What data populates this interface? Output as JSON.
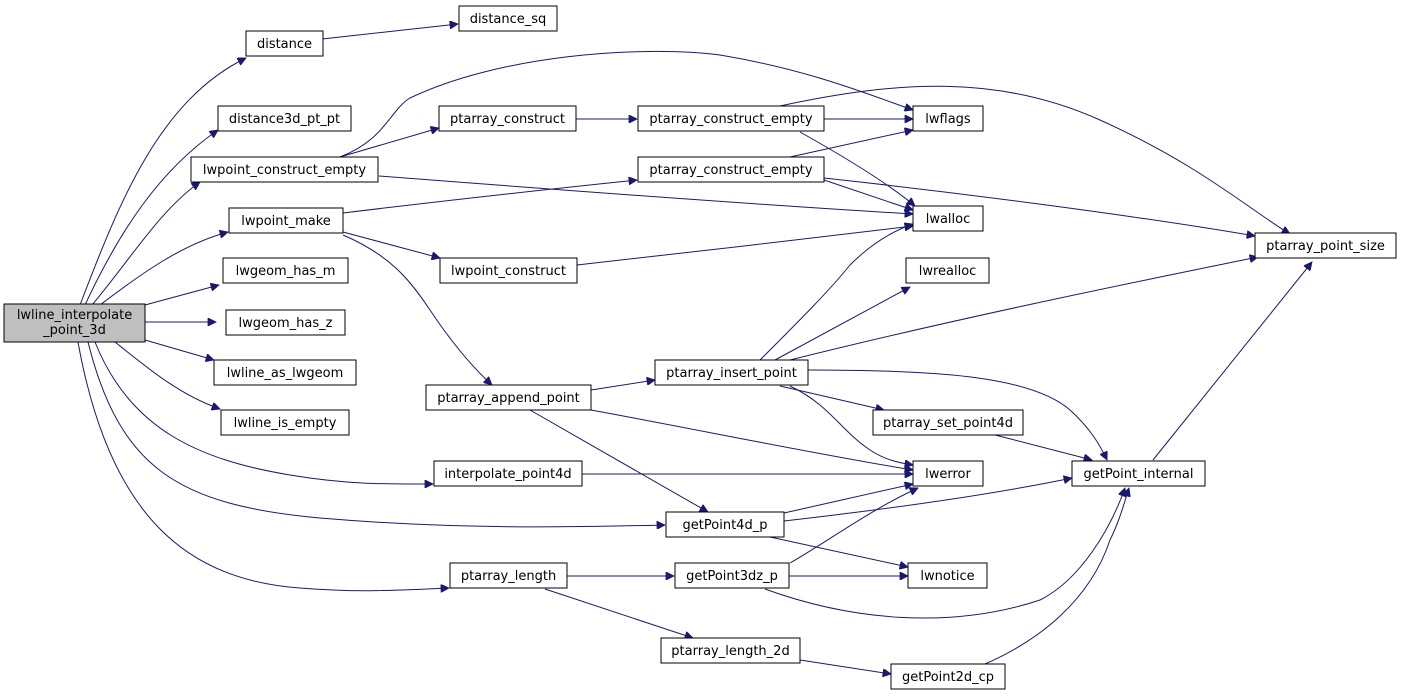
{
  "diagram": {
    "type": "call-graph",
    "root": "lwline_interpolate_point_3d",
    "nodes": [
      {
        "id": "root",
        "label_lines": [
          "lwline_interpolate",
          "_point_3d"
        ]
      },
      {
        "id": "distance",
        "label": "distance"
      },
      {
        "id": "distance_sq",
        "label": "distance_sq"
      },
      {
        "id": "distance3d_pt_pt",
        "label": "distance3d_pt_pt"
      },
      {
        "id": "lwpoint_construct_empty",
        "label": "lwpoint_construct_empty"
      },
      {
        "id": "lwpoint_make",
        "label": "lwpoint_make"
      },
      {
        "id": "lwgeom_has_m",
        "label": "lwgeom_has_m"
      },
      {
        "id": "lwgeom_has_z",
        "label": "lwgeom_has_z"
      },
      {
        "id": "lwline_as_lwgeom",
        "label": "lwline_as_lwgeom"
      },
      {
        "id": "lwline_is_empty",
        "label": "lwline_is_empty"
      },
      {
        "id": "ptarray_construct",
        "label": "ptarray_construct"
      },
      {
        "id": "ptarray_construct_empty_a",
        "label": "ptarray_construct_empty"
      },
      {
        "id": "ptarray_construct_empty_b",
        "label": "ptarray_construct_empty"
      },
      {
        "id": "lwpoint_construct",
        "label": "lwpoint_construct"
      },
      {
        "id": "ptarray_append_point",
        "label": "ptarray_append_point"
      },
      {
        "id": "interpolate_point4d",
        "label": "interpolate_point4d"
      },
      {
        "id": "ptarray_length",
        "label": "ptarray_length"
      },
      {
        "id": "ptarray_insert_point",
        "label": "ptarray_insert_point"
      },
      {
        "id": "getPoint4d_p",
        "label": "getPoint4d_p"
      },
      {
        "id": "getPoint3dz_p",
        "label": "getPoint3dz_p"
      },
      {
        "id": "ptarray_length_2d",
        "label": "ptarray_length_2d"
      },
      {
        "id": "lwflags",
        "label": "lwflags"
      },
      {
        "id": "lwalloc",
        "label": "lwalloc"
      },
      {
        "id": "lwrealloc",
        "label": "lwrealloc"
      },
      {
        "id": "ptarray_set_point4d",
        "label": "ptarray_set_point4d"
      },
      {
        "id": "lwerror",
        "label": "lwerror"
      },
      {
        "id": "lwnotice",
        "label": "lwnotice"
      },
      {
        "id": "getPoint2d_cp",
        "label": "getPoint2d_cp"
      },
      {
        "id": "ptarray_point_size",
        "label": "ptarray_point_size"
      },
      {
        "id": "getPoint_internal",
        "label": "getPoint_internal"
      }
    ],
    "edges": [
      [
        "root",
        "distance"
      ],
      [
        "root",
        "distance3d_pt_pt"
      ],
      [
        "root",
        "lwpoint_construct_empty"
      ],
      [
        "root",
        "lwpoint_make"
      ],
      [
        "root",
        "lwgeom_has_m"
      ],
      [
        "root",
        "lwgeom_has_z"
      ],
      [
        "root",
        "lwline_as_lwgeom"
      ],
      [
        "root",
        "lwline_is_empty"
      ],
      [
        "root",
        "interpolate_point4d"
      ],
      [
        "root",
        "getPoint4d_p"
      ],
      [
        "root",
        "ptarray_length"
      ],
      [
        "distance",
        "distance_sq"
      ],
      [
        "lwpoint_construct_empty",
        "ptarray_construct"
      ],
      [
        "lwpoint_construct_empty",
        "lwflags"
      ],
      [
        "lwpoint_construct_empty",
        "lwalloc"
      ],
      [
        "ptarray_construct",
        "ptarray_construct_empty_a"
      ],
      [
        "ptarray_construct_empty_a",
        "lwflags"
      ],
      [
        "ptarray_construct_empty_a",
        "lwalloc"
      ],
      [
        "ptarray_construct_empty_a",
        "ptarray_point_size"
      ],
      [
        "ptarray_construct_empty_b",
        "lwflags"
      ],
      [
        "ptarray_construct_empty_b",
        "lwalloc"
      ],
      [
        "ptarray_construct_empty_b",
        "ptarray_point_size"
      ],
      [
        "lwpoint_make",
        "ptarray_construct_empty_b"
      ],
      [
        "lwpoint_make",
        "lwpoint_construct"
      ],
      [
        "lwpoint_make",
        "ptarray_append_point"
      ],
      [
        "lwpoint_construct",
        "lwalloc"
      ],
      [
        "ptarray_append_point",
        "ptarray_insert_point"
      ],
      [
        "ptarray_append_point",
        "lwerror"
      ],
      [
        "ptarray_append_point",
        "getPoint4d_p"
      ],
      [
        "ptarray_insert_point",
        "lwalloc"
      ],
      [
        "ptarray_insert_point",
        "lwrealloc"
      ],
      [
        "ptarray_insert_point",
        "ptarray_point_size"
      ],
      [
        "ptarray_insert_point",
        "ptarray_set_point4d"
      ],
      [
        "ptarray_insert_point",
        "lwerror"
      ],
      [
        "ptarray_insert_point",
        "getPoint_internal"
      ],
      [
        "ptarray_set_point4d",
        "getPoint_internal"
      ],
      [
        "interpolate_point4d",
        "lwerror"
      ],
      [
        "getPoint4d_p",
        "lwerror"
      ],
      [
        "getPoint4d_p",
        "getPoint_internal"
      ],
      [
        "getPoint4d_p",
        "lwnotice"
      ],
      [
        "ptarray_length",
        "getPoint3dz_p"
      ],
      [
        "ptarray_length",
        "ptarray_length_2d"
      ],
      [
        "getPoint3dz_p",
        "lwerror"
      ],
      [
        "getPoint3dz_p",
        "lwnotice"
      ],
      [
        "getPoint3dz_p",
        "getPoint_internal"
      ],
      [
        "ptarray_length_2d",
        "getPoint2d_cp"
      ],
      [
        "getPoint2d_cp",
        "getPoint_internal"
      ],
      [
        "getPoint_internal",
        "ptarray_point_size"
      ]
    ]
  }
}
